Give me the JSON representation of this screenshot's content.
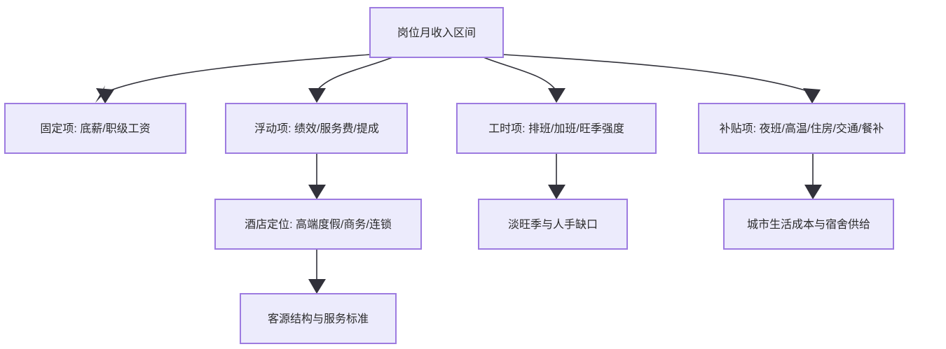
{
  "diagram": {
    "type": "flowchart",
    "direction": "top-down",
    "background_color": "#ffffff",
    "node_fill_color": "#ECEBFC",
    "node_border_color": "#9D7BE0",
    "node_text_color": "#2b2b2b",
    "edge_color": "#31313a",
    "nodes": [
      {
        "id": "root",
        "label": "岗位月收入区间",
        "level": 1
      },
      {
        "id": "fixed",
        "label": "固定项: 底薪/职级工资",
        "level": 2
      },
      {
        "id": "variable",
        "label": "浮动项: 绩效/服务费/提成",
        "level": 2
      },
      {
        "id": "hours",
        "label": "工时项: 排班/加班/旺季强度",
        "level": 2
      },
      {
        "id": "allowance",
        "label": "补贴项: 夜班/高温/住房/交通/餐补",
        "level": 2
      },
      {
        "id": "hotel",
        "label": "酒店定位: 高端度假/商务/连锁",
        "level": 3
      },
      {
        "id": "season",
        "label": "淡旺季与人手缺口",
        "level": 3
      },
      {
        "id": "city",
        "label": "城市生活成本与宿舍供给",
        "level": 3
      },
      {
        "id": "guest",
        "label": "客源结构与服务标准",
        "level": 4
      }
    ],
    "edges": [
      {
        "from": "root",
        "to": "fixed"
      },
      {
        "from": "root",
        "to": "variable"
      },
      {
        "from": "root",
        "to": "hours"
      },
      {
        "from": "root",
        "to": "allowance"
      },
      {
        "from": "variable",
        "to": "hotel"
      },
      {
        "from": "hours",
        "to": "season"
      },
      {
        "from": "allowance",
        "to": "city"
      },
      {
        "from": "hotel",
        "to": "guest"
      }
    ]
  }
}
